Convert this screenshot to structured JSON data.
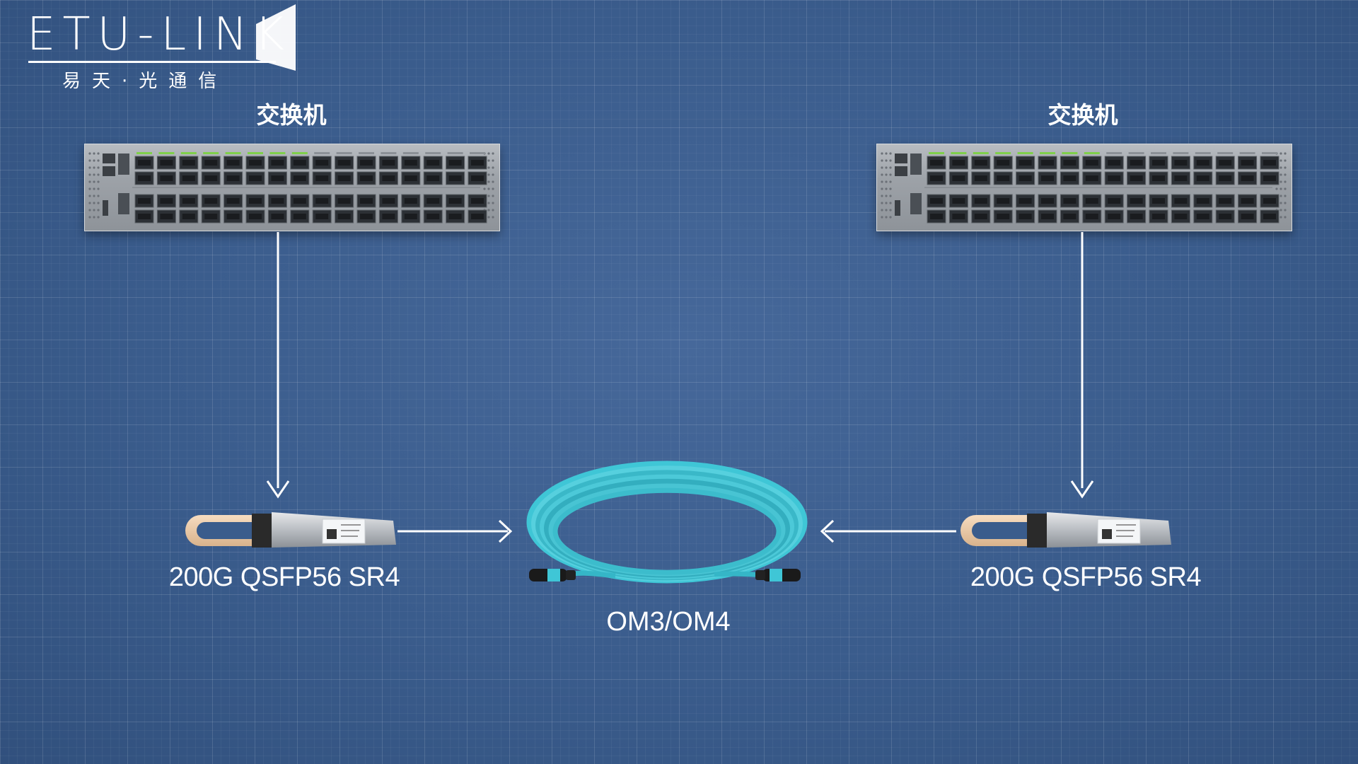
{
  "logo": {
    "brand": "ETU-LINK",
    "subtitle": "易天·光通信"
  },
  "left_node": {
    "switch_label": "交换机",
    "module_label": "200G QSFP56 SR4"
  },
  "right_node": {
    "switch_label": "交换机",
    "module_label": "200G QSFP56 SR4"
  },
  "cable": {
    "label": "OM3/OM4",
    "color": "#3fc6d6"
  },
  "colors": {
    "background": "#3a5c8c",
    "arrow": "#ffffff",
    "switch_body": "#a3a8ae",
    "port_led": "#7fd04a"
  },
  "icons": [
    "switch-icon",
    "transceiver-icon",
    "fiber-cable-icon",
    "arrow-icon"
  ]
}
